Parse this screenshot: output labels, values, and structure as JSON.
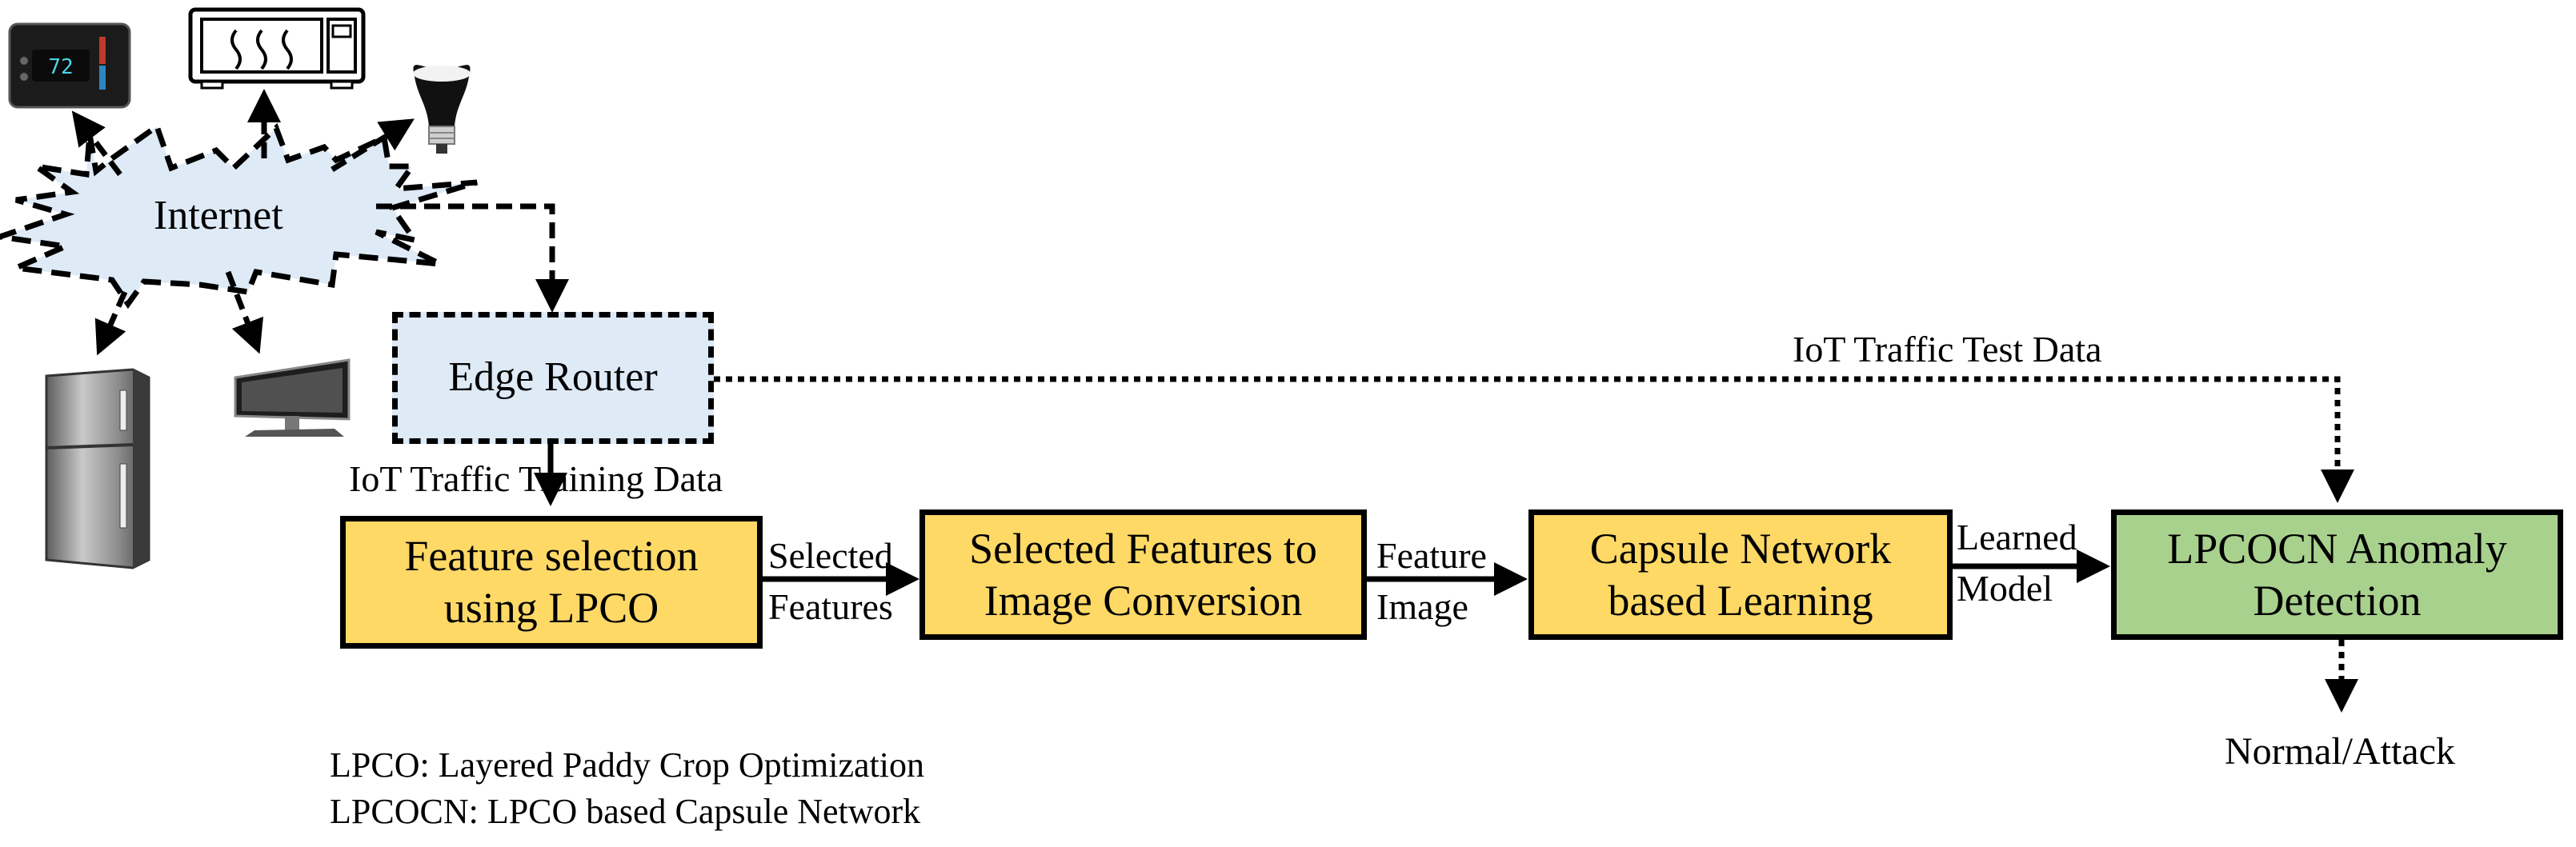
{
  "colors": {
    "process_fill": "#FFD966",
    "detect_fill": "#A9D18E",
    "cloud_fill": "#DEEAF6",
    "router_fill": "#DEEAF6",
    "stroke": "#000000"
  },
  "nodes": {
    "internet": "Internet",
    "edge_router": "Edge Router",
    "feature_selection": [
      "Feature selection",
      "using LPCO"
    ],
    "image_conversion": [
      "Selected Features to",
      "Image Conversion"
    ],
    "capsule_learning": [
      "Capsule Network",
      "based Learning"
    ],
    "anomaly_detection": [
      "LPCOCN Anomaly",
      "Detection"
    ]
  },
  "edges": {
    "training_data": "IoT Traffic Training Data",
    "test_data": "IoT Traffic Test Data",
    "selected_features": [
      "Selected",
      "Features"
    ],
    "feature_image": [
      "Feature",
      "Image"
    ],
    "learned_model": [
      "Learned",
      "Model"
    ],
    "output": "Normal/Attack"
  },
  "legend": [
    "LPCO: Layered Paddy Crop Optimization",
    "LPCOCN: LPCO based Capsule Network"
  ],
  "devices": {
    "thermostat_display": "72",
    "icons": [
      "thermostat-icon",
      "microwave-icon",
      "light-bulb-icon",
      "refrigerator-icon",
      "television-icon"
    ]
  }
}
